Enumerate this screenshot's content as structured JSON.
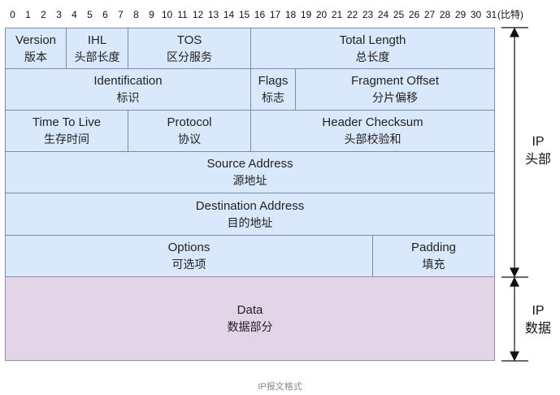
{
  "bits": {
    "labels": [
      "0",
      "1",
      "2",
      "3",
      "4",
      "5",
      "6",
      "7",
      "8",
      "9",
      "10",
      "11",
      "12",
      "13",
      "14",
      "15",
      "16",
      "17",
      "18",
      "19",
      "20",
      "21",
      "22",
      "23",
      "24",
      "25",
      "26",
      "27",
      "28",
      "29",
      "30",
      "31"
    ],
    "unit": "(比特)"
  },
  "fields": [
    {
      "id": "version",
      "en": "Version",
      "zh": "版本"
    },
    {
      "id": "ihl",
      "en": "IHL",
      "zh": "头部长度"
    },
    {
      "id": "tos",
      "en": "TOS",
      "zh": "区分服务"
    },
    {
      "id": "total-length",
      "en": "Total Length",
      "zh": "总长度"
    },
    {
      "id": "identification",
      "en": "Identification",
      "zh": "标识"
    },
    {
      "id": "flags",
      "en": "Flags",
      "zh": "标志"
    },
    {
      "id": "fragment-offset",
      "en": "Fragment Offset",
      "zh": "分片偏移"
    },
    {
      "id": "ttl",
      "en": "Time To Live",
      "zh": "生存时间"
    },
    {
      "id": "protocol",
      "en": "Protocol",
      "zh": "协议"
    },
    {
      "id": "header-checksum",
      "en": "Header Checksum",
      "zh": "头部校验和"
    },
    {
      "id": "source-address",
      "en": "Source Address",
      "zh": "源地址"
    },
    {
      "id": "destination-address",
      "en": "Destination Address",
      "zh": "目的地址"
    },
    {
      "id": "options",
      "en": "Options",
      "zh": "可选项"
    },
    {
      "id": "padding",
      "en": "Padding",
      "zh": "填充"
    },
    {
      "id": "data",
      "en": "Data",
      "zh": "数据部分"
    }
  ],
  "side_labels": {
    "header": {
      "line1": "IP",
      "line2": "头部"
    },
    "data": {
      "line1": "IP",
      "line2": "数据"
    }
  },
  "colors": {
    "header_fill": "#dae8fc",
    "data_fill": "#e1d5e7",
    "border": "#7a8aa8"
  },
  "caption": "IP报文格式"
}
